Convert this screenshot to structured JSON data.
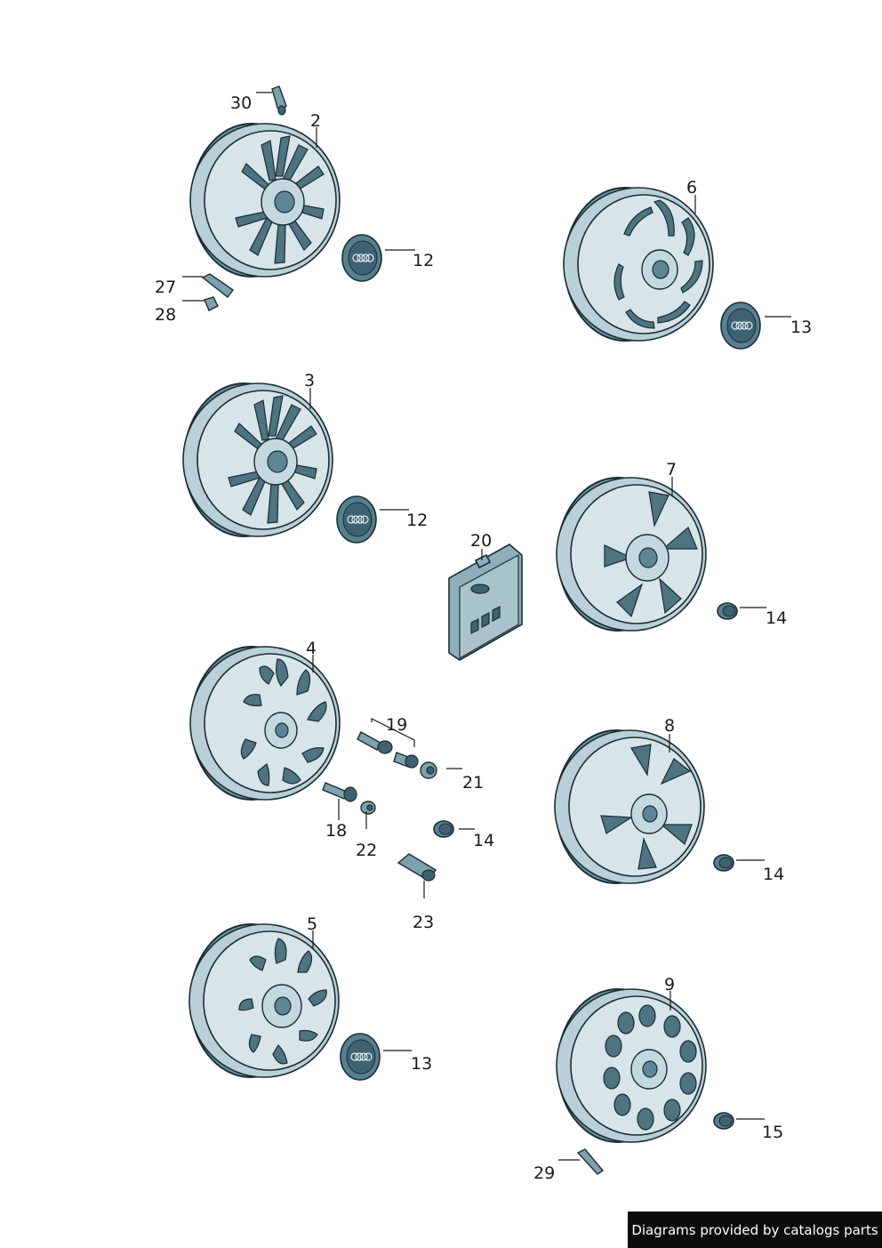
{
  "callouts": {
    "c2": "2",
    "c3": "3",
    "c4": "4",
    "c5": "5",
    "c6": "6",
    "c7": "7",
    "c8": "8",
    "c9": "9",
    "c12a": "12",
    "c12b": "12",
    "c13a": "13",
    "c13b": "13",
    "c14a": "14",
    "c14b": "14",
    "c14c": "14",
    "c15": "15",
    "c18": "18",
    "c19": "19",
    "c20": "20",
    "c21": "21",
    "c22": "22",
    "c23": "23",
    "c27": "27",
    "c28": "28",
    "c29": "29",
    "c30": "30"
  },
  "footer": {
    "text": "Diagrams provided by catalogs parts"
  }
}
